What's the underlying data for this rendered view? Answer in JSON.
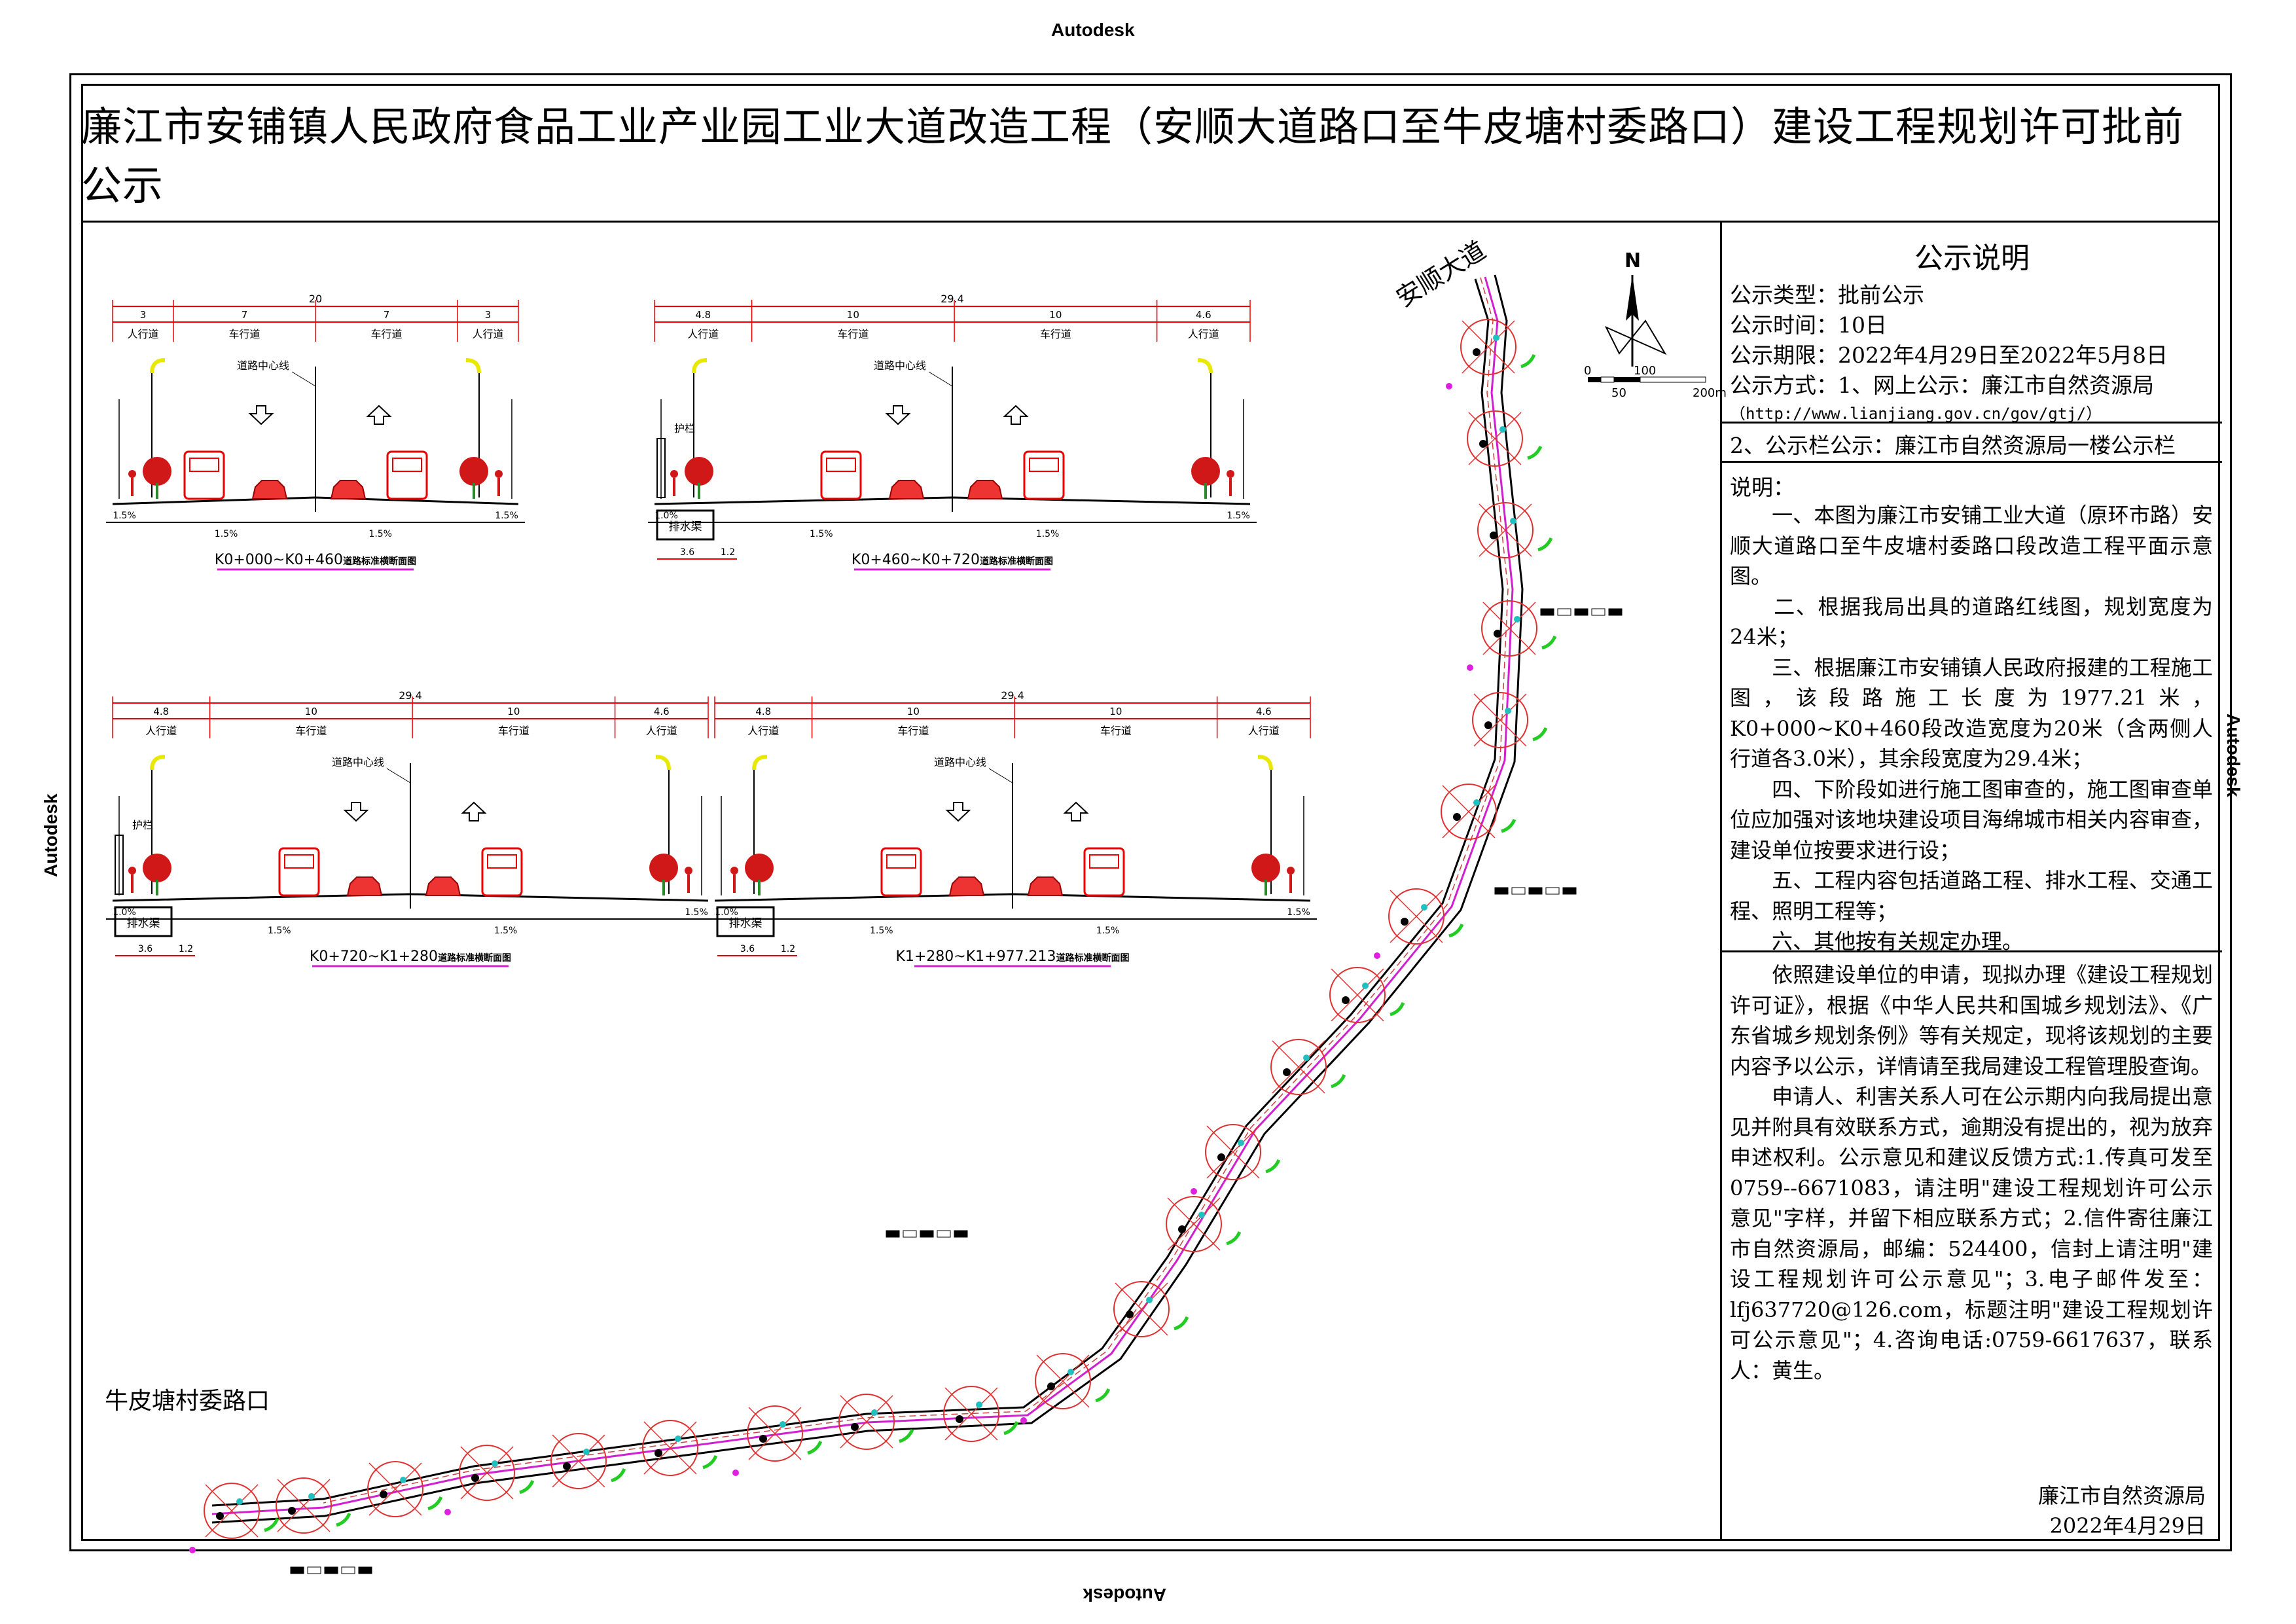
{
  "stamps": {
    "top": "Autodesk",
    "left": "Autodesk",
    "right": "Autodesk",
    "bottom": "Autodesk"
  },
  "title": "廉江市安铺镇人民政府食品工业产业园工业大道改造工程（安顺大道路口至牛皮塘村委路口）建设工程规划许可批前公示",
  "notice": {
    "heading": "公示说明",
    "type": "公示类型：批前公示",
    "duration": "公示时间：10日",
    "period": "公示期限：2022年4月29日至2022年5月8日",
    "method": "公示方式：1、网上公示：廉江市自然资源局",
    "url": "（http://www.lianjiang.gov.cn/gov/gtj/）",
    "board": "2、公示栏公示：廉江市自然资源局一楼公示栏",
    "explain_label": "说明：",
    "explain": "一、本图为廉江市安铺工业大道（原环市路）安顺大道路口至牛皮塘村委路口段改造工程平面示意图。\n二、根据我局出具的道路红线图，规划宽度为24米；\n三、根据廉江市安铺镇人民政府报建的工程施工图，该段路施工长度为1977.21米，K0+000~K0+460段改造宽度为20米（含两侧人行道各3.0米），其余段宽度为29.4米；\n四、下阶段如进行施工图审查的，施工图审查单位应加强对该地块建设项目海绵城市相关内容审查，建设单位按要求进行设；\n五、工程内容包括道路工程、排水工程、交通工程、照明工程等；\n六、其他按有关规定办理。",
    "legal": "依照建设单位的申请，现拟办理《建设工程规划许可证》，根据《中华人民共和国城乡规划法》、《广东省城乡规划条例》等有关规定，现将该规划的主要内容予以公示，详情请至我局建设工程管理股查询。\n申请人、利害关系人可在公示期内向我局提出意见并附具有效联系方式，逾期没有提出的，视为放弃申述权利。公示意见和建议反馈方式:1.传真可发至0759--6671083，请注明\"建设工程规划许可公示意见\"字样，并留下相应联系方式；2.信件寄往廉江市自然资源局，邮编：524400，信封上请注明\"建设工程规划许可公示意见\"；3.电子邮件发至：lfj637720@126.com，标题注明\"建设工程规划许可公示意见\"；4.咨询电话:0759-6617637，联系人：黄生。",
    "issuer": "廉江市自然资源局",
    "date": "2022年4月29日"
  },
  "map": {
    "road_start_label": "安顺大道",
    "road_end_label": "牛皮塘村委路口",
    "north_label": "N",
    "scale_labels": [
      "0",
      "50",
      "100",
      "200m"
    ]
  },
  "sections": [
    {
      "caption": "K0+000~K0+460",
      "caption_suffix": "道路标准横断面图",
      "total": "20",
      "segments": [
        {
          "w": "3",
          "name": "人行道"
        },
        {
          "w": "7",
          "name": "车行道"
        },
        {
          "w": "7",
          "name": "车行道"
        },
        {
          "w": "3",
          "name": "人行道"
        }
      ],
      "centerline": "道路中心线",
      "slopes": [
        "1.5%",
        "1.5%",
        "1.5%",
        "1.5%"
      ],
      "guardrail": "",
      "drain": "",
      "drain_dims": []
    },
    {
      "caption": "K0+460~K0+720",
      "caption_suffix": "道路标准横断面图",
      "total": "29.4",
      "segments": [
        {
          "w": "4.8",
          "name": "人行道"
        },
        {
          "w": "10",
          "name": "车行道"
        },
        {
          "w": "10",
          "name": "车行道"
        },
        {
          "w": "4.6",
          "name": "人行道"
        }
      ],
      "centerline": "道路中心线",
      "slopes": [
        "1.0%",
        "1.5%",
        "1.5%",
        "1.5%"
      ],
      "guardrail": "护栏",
      "drain": "排水渠",
      "drain_dims": [
        "3.6",
        "1.2"
      ]
    },
    {
      "caption": "K0+720~K1+280",
      "caption_suffix": "道路标准横断面图",
      "total": "29.4",
      "segments": [
        {
          "w": "4.8",
          "name": "人行道"
        },
        {
          "w": "10",
          "name": "车行道"
        },
        {
          "w": "10",
          "name": "车行道"
        },
        {
          "w": "4.6",
          "name": "人行道"
        }
      ],
      "centerline": "道路中心线",
      "slopes": [
        "1.0%",
        "1.5%",
        "1.5%",
        "1.5%"
      ],
      "guardrail": "护栏",
      "drain": "排水渠",
      "drain_dims": [
        "3.6",
        "1.2"
      ]
    },
    {
      "caption": "K1+280~K1+977.213",
      "caption_suffix": "道路标准横断面图",
      "total": "29.4",
      "segments": [
        {
          "w": "4.8",
          "name": "人行道"
        },
        {
          "w": "10",
          "name": "车行道"
        },
        {
          "w": "10",
          "name": "车行道"
        },
        {
          "w": "4.6",
          "name": "人行道"
        }
      ],
      "centerline": "道路中心线",
      "slopes": [
        "1.0%",
        "1.5%",
        "1.5%",
        "1.5%"
      ],
      "guardrail": "",
      "drain": "排水渠",
      "drain_dims": [
        "3.6",
        "1.2"
      ]
    }
  ]
}
